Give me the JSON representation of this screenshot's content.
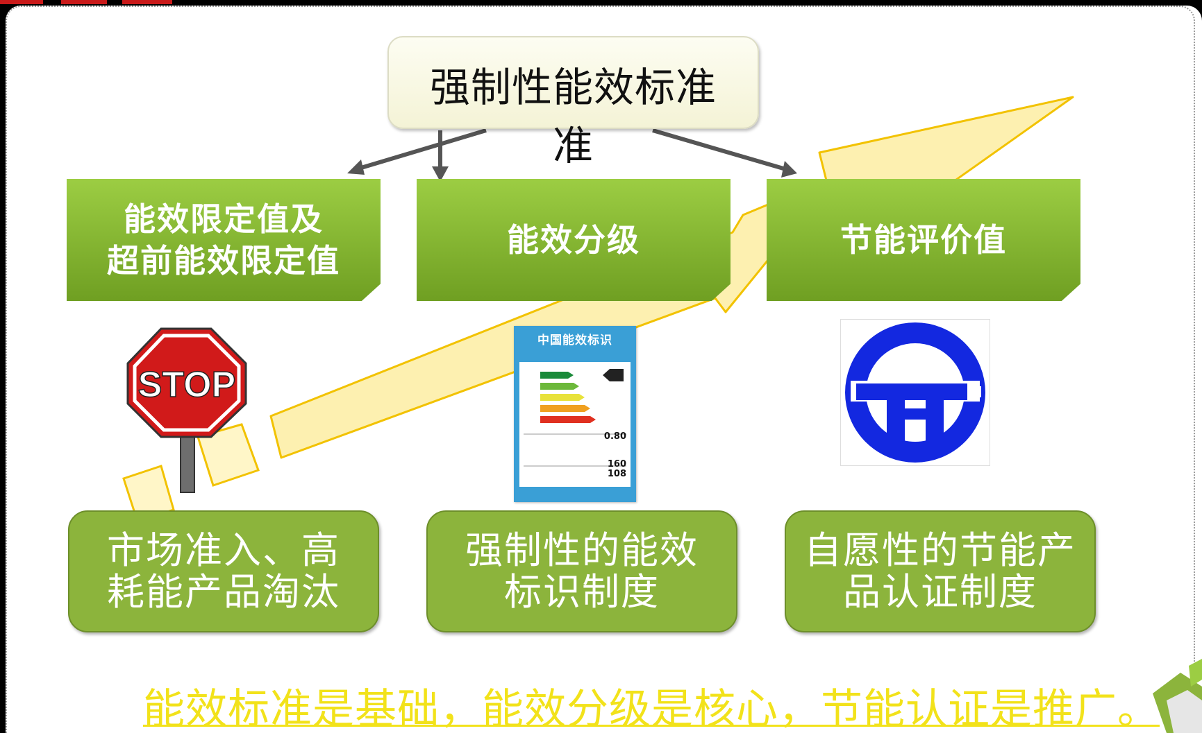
{
  "title": "强制性能效标准",
  "title_overflow": "准",
  "categories": [
    {
      "label": "能效限定值及\n超前能效限定值"
    },
    {
      "label": "能效分级"
    },
    {
      "label": "节能评价值"
    }
  ],
  "outcomes": [
    {
      "label": "市场准入、高\n耗能产品淘汰"
    },
    {
      "label": "强制性的能效\n标识制度"
    },
    {
      "label": "自愿性的节能产\n品认证制度"
    }
  ],
  "stop_sign_text": "STOP",
  "energy_label": {
    "header": "中国能效标识",
    "grade": "1",
    "value_1": "0.80",
    "value_2": "160",
    "value_3": "108"
  },
  "footer": "能效标准是基础，能效分级是核心，节能认证是推广。",
  "colors": {
    "green_box": "#8cb43c",
    "title_box": "#f8f7df",
    "arrow": "#fdf0b0",
    "arrow_outline": "#f2c200",
    "cert_logo": "#1328e0",
    "footer": "#f2e21a",
    "stop_red": "#c91a1a"
  },
  "icons": [
    "stop-sign-icon",
    "energy-label-icon",
    "energy-saving-cert-icon",
    "corner-cube-icon"
  ]
}
